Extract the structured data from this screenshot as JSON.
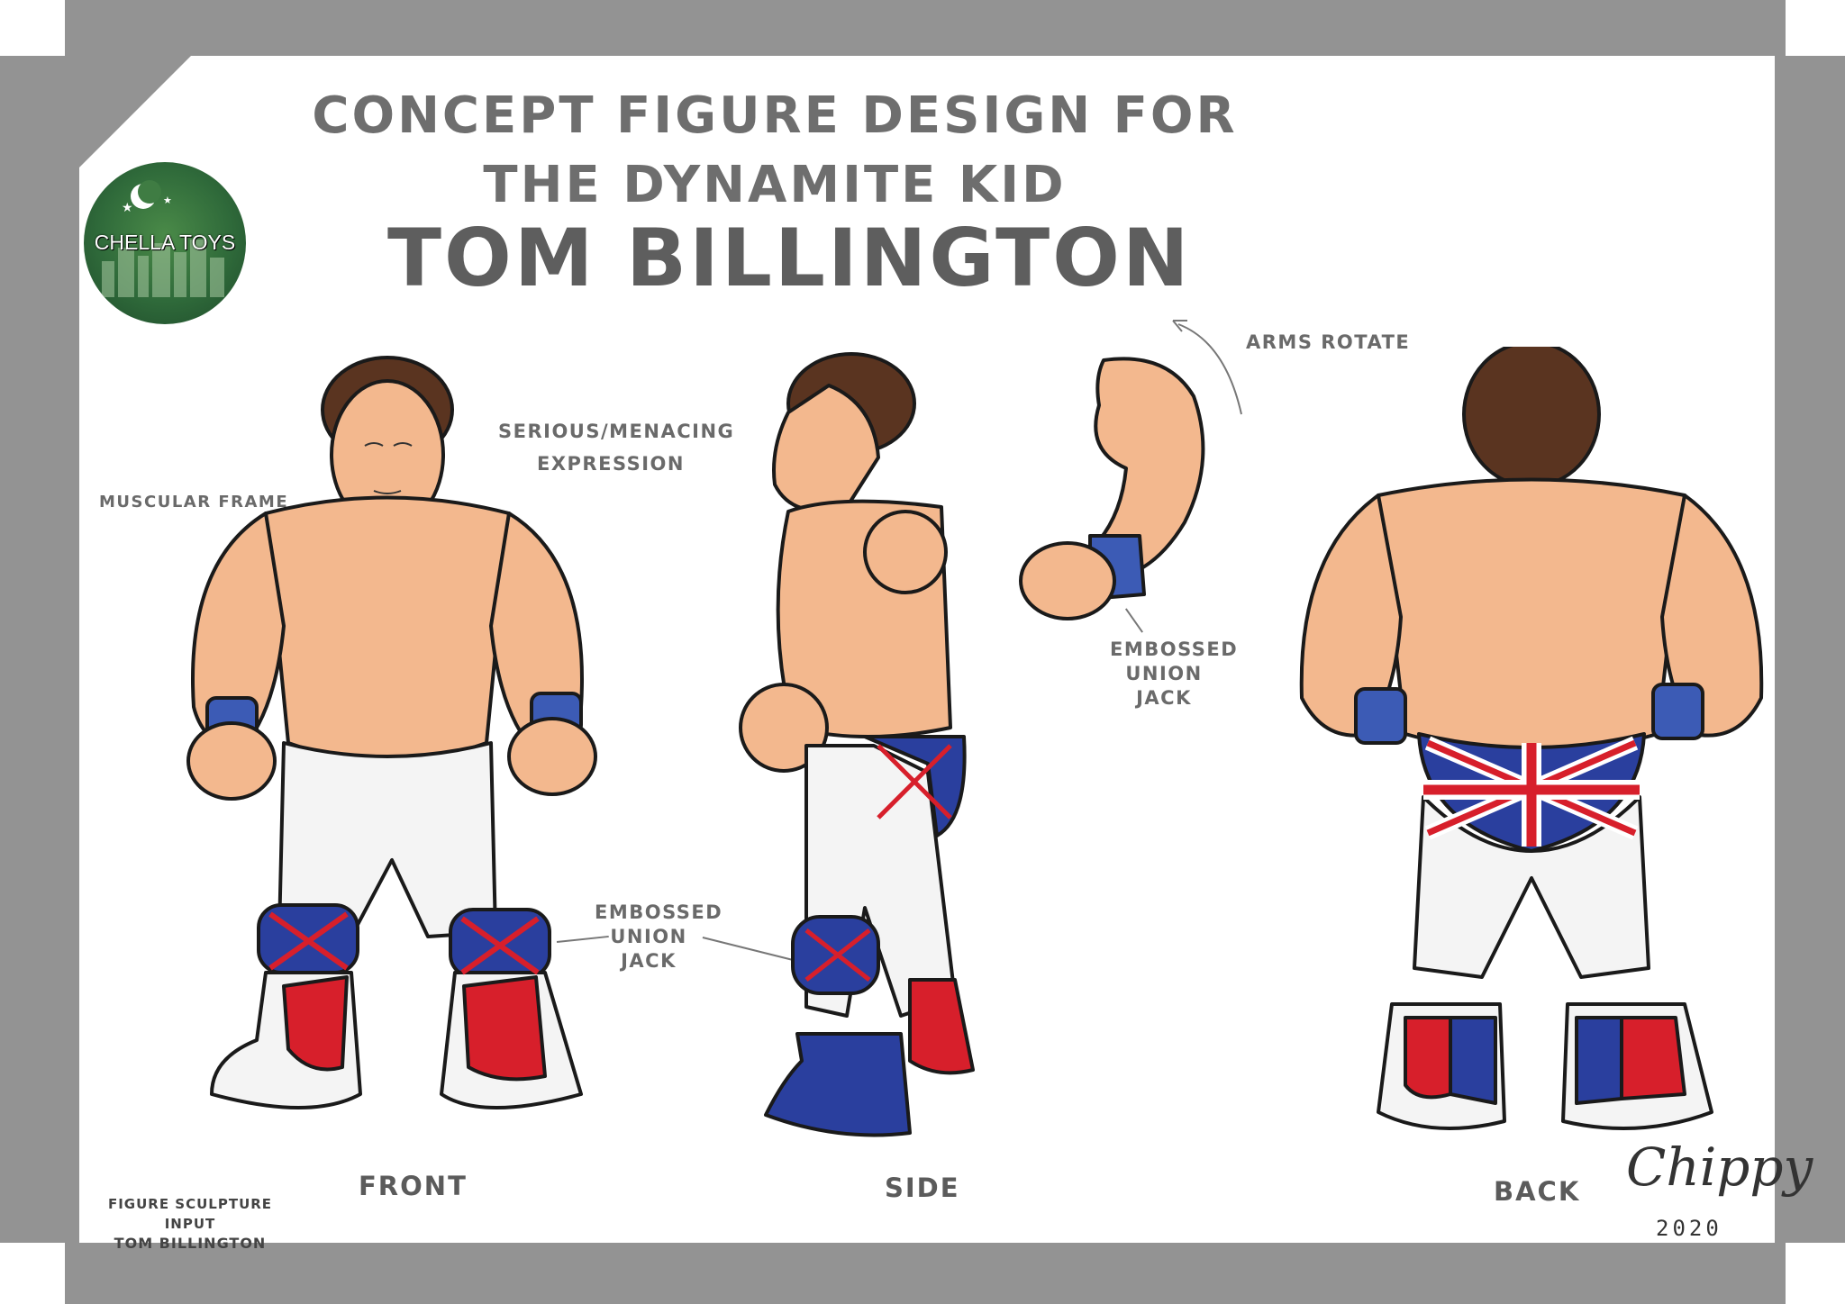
{
  "header": {
    "line1": "CONCEPT FIGURE DESIGN FOR",
    "line2": "THE DYNAMITE KID",
    "line3": "TOM BILLINGTON"
  },
  "logo": {
    "text": "CHELLA TOYS",
    "icon": "moon-stars-city-icon"
  },
  "callouts": {
    "muscular_frame": "MUSCULAR FRAME",
    "expression": [
      "SERIOUS/MENACING",
      "EXPRESSION"
    ],
    "arms_rotate": "ARMS ROTATE",
    "arm_union_jack": [
      "EMBOSSED",
      "UNION",
      "JACK"
    ],
    "knee_union_jack": [
      "EMBOSSED",
      "UNION",
      "JACK"
    ]
  },
  "views": {
    "front": "FRONT",
    "side": "SIDE",
    "back": "BACK"
  },
  "footer": {
    "note": [
      "FIGURE SCULPTURE INPUT",
      "TOM BILLINGTON"
    ],
    "signature": "Chippy",
    "year": "2020"
  },
  "colors": {
    "frame": "#939393",
    "skin": "#f3b88e",
    "hair": "#5a3420",
    "wristband": "#3c5bb5",
    "tights": "#f4f4f4",
    "union_red": "#d71f2b",
    "union_blue": "#2a3f9e",
    "logo_green": "#2f6a3a"
  }
}
